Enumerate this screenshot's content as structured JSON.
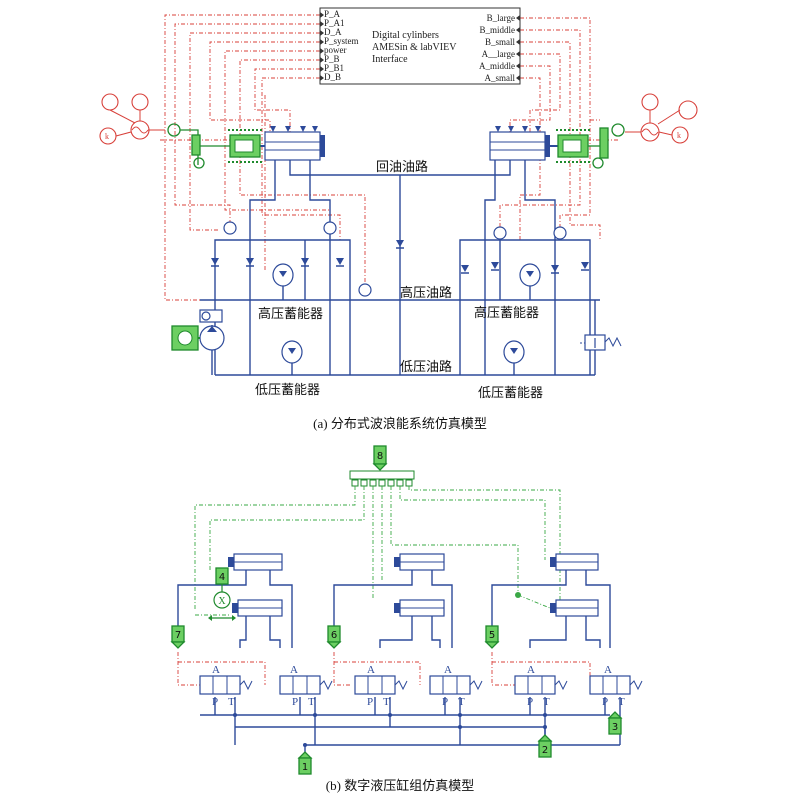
{
  "figure_a": {
    "caption": "(a) 分布式波浪能系统仿真模型",
    "interface": {
      "left_ports": [
        "P_A",
        "P_A1",
        "D_A",
        "P_system",
        "power",
        "P_B",
        "P_B1",
        "D_B"
      ],
      "right_ports": [
        "B_large",
        "B_middle",
        "B_small",
        "A__large",
        "A_middle",
        "A_small"
      ],
      "title_lines": [
        "Digital cylinbers",
        "AMESin & labVIEV",
        "Interface"
      ]
    },
    "labels": {
      "return_line": "回油油路",
      "high_pressure_line": "高压油路",
      "low_pressure_line": "低压油路",
      "hp_accumulator_left": "高压蓄能器",
      "hp_accumulator_right": "高压蓄能器",
      "lp_accumulator_left": "低压蓄能器",
      "lp_accumulator_right": "低压蓄能器"
    }
  },
  "figure_b": {
    "caption": "(b) 数字液压缸组仿真模型",
    "hub_label": "8",
    "port_labels": [
      "1",
      "2",
      "3",
      "4",
      "5",
      "6",
      "7"
    ],
    "valve_labels": {
      "a": "A",
      "p": "P",
      "t": "T"
    },
    "sensor_label": "X"
  }
}
